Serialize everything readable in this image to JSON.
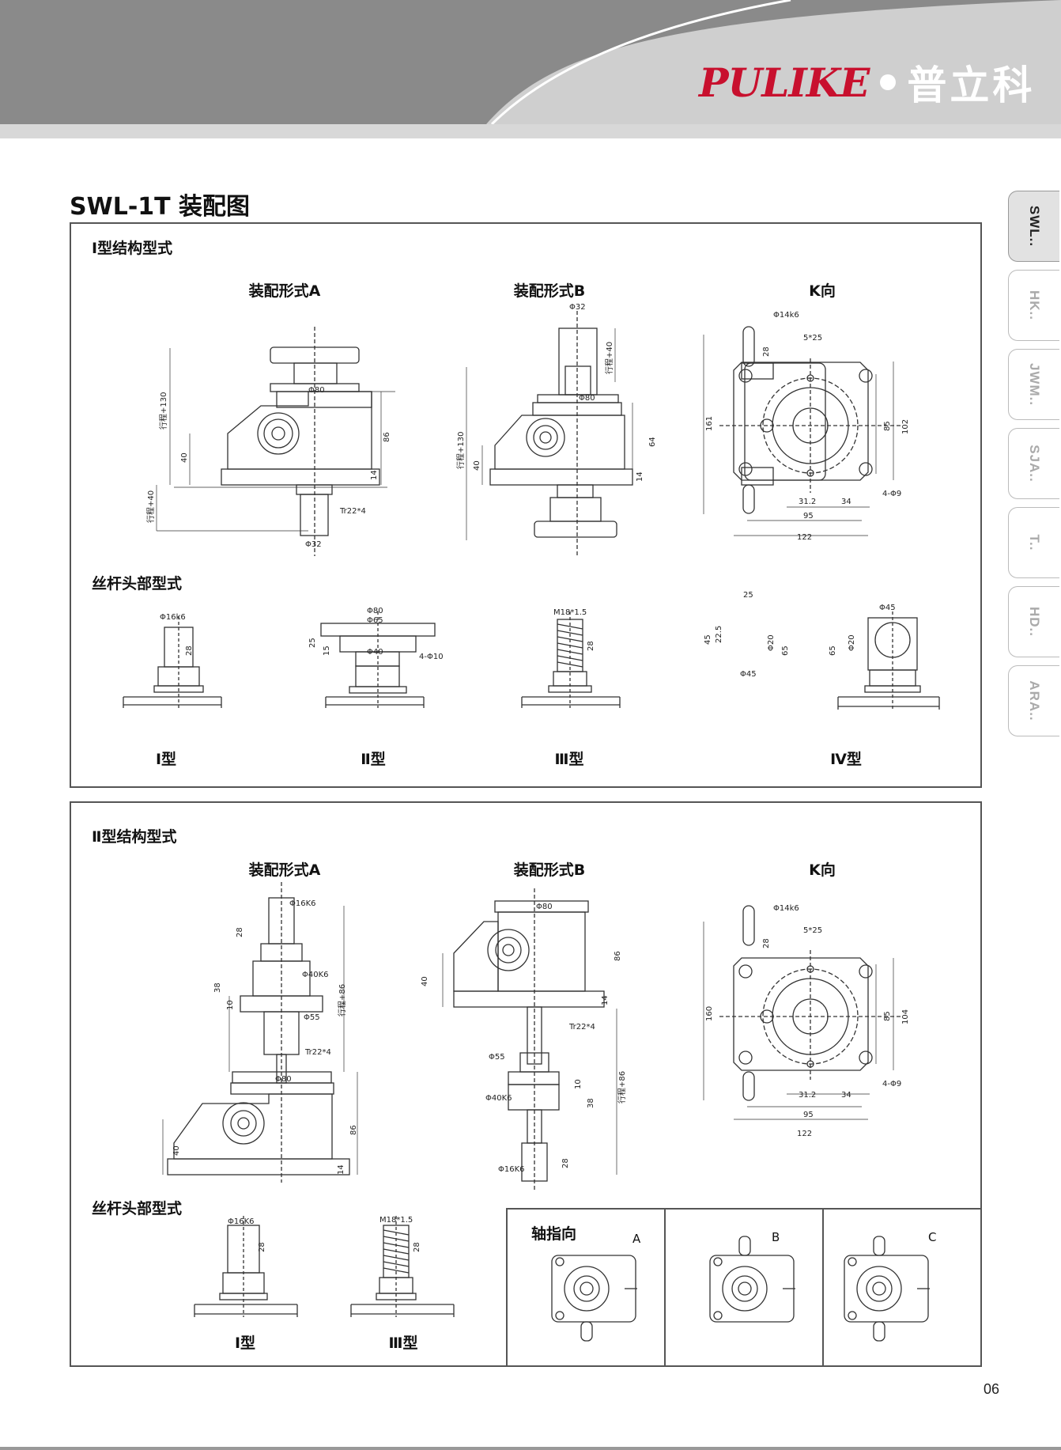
{
  "header": {
    "brand_en": "PULIKE",
    "brand_cn": "普立科",
    "colors": {
      "band_dark": "#8a8a8a",
      "band_light": "#d4d4d4",
      "brand_red": "#c8102e"
    }
  },
  "page_title": "SWL-1T 装配图",
  "side_tabs": [
    {
      "label": "SWL..",
      "active": true
    },
    {
      "label": "HK..",
      "active": false
    },
    {
      "label": "JWM..",
      "active": false
    },
    {
      "label": "SJA..",
      "active": false
    },
    {
      "label": "T..",
      "active": false
    },
    {
      "label": "HD..",
      "active": false
    },
    {
      "label": "ARA..",
      "active": false
    }
  ],
  "panel1": {
    "title": "Ⅰ型结构型式",
    "captions": {
      "a": "装配形式A",
      "b": "装配形式B",
      "k": "K向"
    },
    "drawing_a": {
      "d_top": "Φ80",
      "stroke": "行程+130",
      "stroke2": "行程+40",
      "h1": "40",
      "h2": "86",
      "h3": "14",
      "thread": "Tr22*4",
      "d_bottom": "Φ32"
    },
    "drawing_b": {
      "d_top": "Φ32",
      "stroke_top": "行程+40",
      "d80": "Φ80",
      "stroke": "行程+130",
      "h1": "40",
      "h2": "64",
      "h3": "14"
    },
    "drawing_k": {
      "shaft": "Φ14k6",
      "key": "5*25",
      "h_key": "28",
      "total_h": "161",
      "h85": "85",
      "h102": "102",
      "w31": "31.2",
      "w34": "34",
      "w95": "95",
      "w122": "122",
      "holes": "4-Φ9"
    },
    "head_title": "丝杆头部型式",
    "head_types": {
      "t1": {
        "label": "Ⅰ型",
        "d": "Φ16k6",
        "h": "28"
      },
      "t2": {
        "label": "Ⅱ型",
        "d80": "Φ80",
        "d65": "Φ65",
        "d40": "Φ40",
        "h25": "25",
        "h15": "15",
        "holes": "4-Φ10"
      },
      "t3": {
        "label": "Ⅲ型",
        "thread": "M18*1.5",
        "h": "28"
      },
      "t4": {
        "label": "Ⅳ型",
        "w25": "25",
        "h22": "22.5",
        "h45": "45",
        "d20": "Φ20",
        "h65": "65",
        "d45": "Φ45",
        "d45b": "Φ45",
        "d20b": "Φ20",
        "h65b": "65"
      }
    }
  },
  "panel2": {
    "title": "Ⅱ型结构型式",
    "captions": {
      "a": "装配形式A",
      "b": "装配形式B",
      "k": "K向"
    },
    "drawing_a": {
      "d16": "Φ16K6",
      "h28": "28",
      "d40": "Φ40K6",
      "h38": "38",
      "h10": "10",
      "d55": "Φ55",
      "stroke": "行程+86",
      "thread": "Tr22*4",
      "d80": "Φ80",
      "h86": "86",
      "h40": "40",
      "h14": "14"
    },
    "drawing_b": {
      "d80": "Φ80",
      "h86": "86",
      "h40": "40",
      "h14": "14",
      "thread": "Tr22*4",
      "d55": "Φ55",
      "h10": "10",
      "d40": "Φ40K6",
      "h38": "38",
      "stroke": "行程+86",
      "h28": "28",
      "d16": "Φ16K6"
    },
    "drawing_k": {
      "shaft": "Φ14k6",
      "key": "5*25",
      "h_key": "28",
      "total_h": "160",
      "h85": "85",
      "h104": "104",
      "w31": "31.2",
      "w34": "34",
      "w95": "95",
      "w122": "122",
      "holes": "4-Φ9"
    },
    "head_title": "丝杆头部型式",
    "head_types": {
      "t1": {
        "label": "Ⅰ型",
        "d": "Φ16K6",
        "h": "28"
      },
      "t3": {
        "label": "Ⅲ型",
        "thread": "M18*1.5",
        "h": "28"
      }
    },
    "shaft_direction": {
      "title": "轴指向",
      "a": "A",
      "b": "B",
      "c": "C"
    }
  },
  "page_number": "06"
}
